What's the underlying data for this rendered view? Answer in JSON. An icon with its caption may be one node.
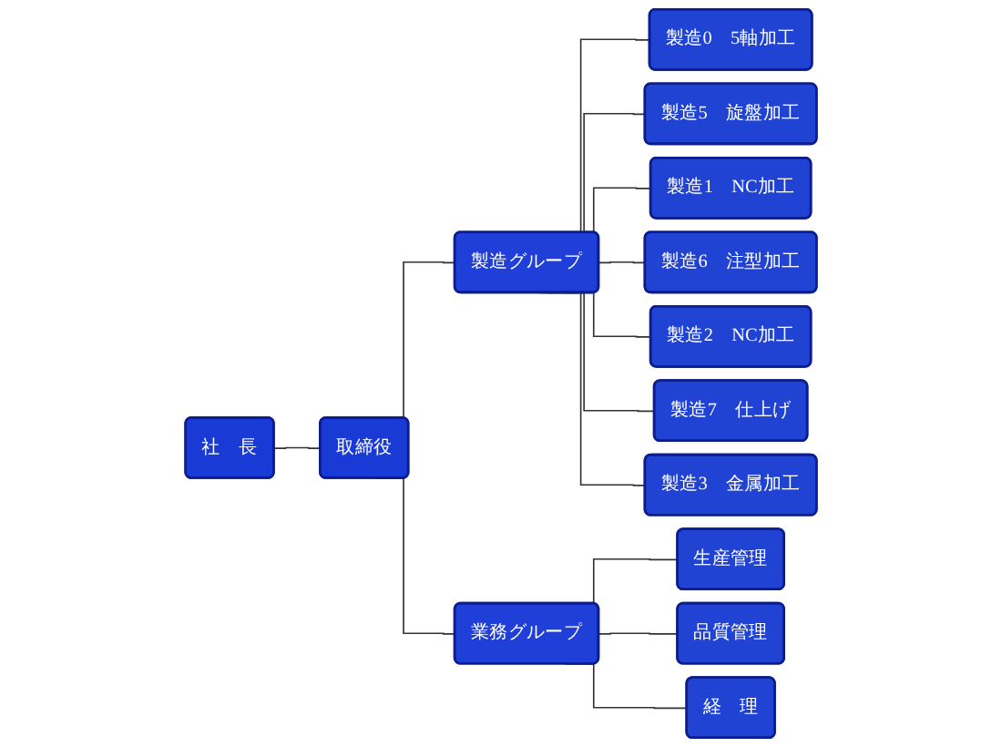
{
  "diagram": {
    "nodes": [
      {
        "text": [
          "社　長"
        ]
      },
      {
        "text": [
          "取締役"
        ]
      },
      {
        "text": [
          "製造グループ"
        ]
      },
      {
        "text": [
          "業務グループ"
        ]
      },
      {
        "text": [
          "製造0　5軸加工"
        ]
      },
      {
        "text": [
          "製造5　旋盤加工"
        ]
      },
      {
        "text": [
          "製造1　NC加工"
        ]
      },
      {
        "text": [
          "製造6　注型加工"
        ]
      },
      {
        "text": [
          "製造2　NC加工"
        ]
      },
      {
        "text": [
          "製造7　仕上げ"
        ]
      },
      {
        "text": [
          "製造3　金属加工"
        ]
      },
      {
        "text": [
          "生産管理"
        ]
      },
      {
        "text": [
          "品質管理"
        ]
      },
      {
        "text": [
          "経　理"
        ]
      }
    ],
    "edges": [
      {
        "from": 0,
        "to": 1,
        "arrow": "none"
      },
      {
        "from": 1,
        "to": 2,
        "arrow": "none"
      },
      {
        "from": 1,
        "to": 3,
        "arrow": "none"
      },
      {
        "from": 2,
        "to": 4,
        "arrow": "none"
      },
      {
        "from": 2,
        "to": 5,
        "arrow": "none"
      },
      {
        "from": 2,
        "to": 6,
        "arrow": "none"
      },
      {
        "from": 2,
        "to": 7,
        "arrow": "none"
      },
      {
        "from": 2,
        "to": 8,
        "arrow": "none"
      },
      {
        "from": 2,
        "to": 9,
        "arrow": "none"
      },
      {
        "from": 2,
        "to": 10,
        "arrow": "none"
      },
      {
        "from": 3,
        "to": 11,
        "arrow": "none"
      },
      {
        "from": 3,
        "to": 12,
        "arrow": "none"
      },
      {
        "from": 3,
        "to": 13,
        "arrow": "none"
      }
    ]
  }
}
